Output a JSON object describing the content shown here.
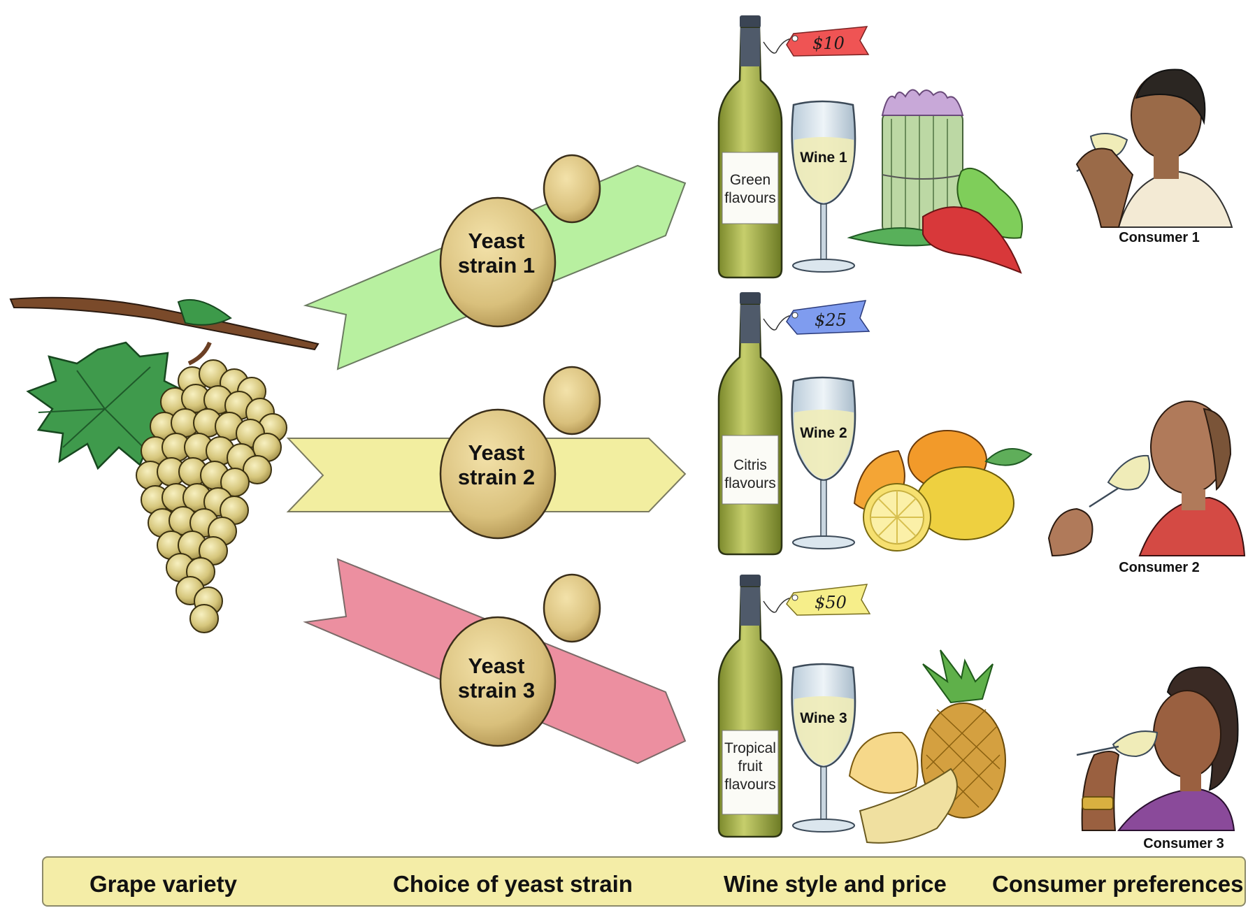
{
  "strains": [
    {
      "line1": "Yeast",
      "line2": "strain 1"
    },
    {
      "line1": "Yeast",
      "line2": "strain 2"
    },
    {
      "line1": "Yeast",
      "line2": "strain 3"
    }
  ],
  "wines": [
    {
      "price": "$10",
      "label_lines": [
        "Green",
        "flavours"
      ],
      "glass": "Wine 1",
      "consumer": "Consumer 1"
    },
    {
      "price": "$25",
      "label_lines": [
        "Citris",
        "flavours"
      ],
      "glass": "Wine 2",
      "consumer": "Consumer 2"
    },
    {
      "price": "$50",
      "label_lines": [
        "Tropical",
        "fruit",
        "flavours"
      ],
      "glass": "Wine 3",
      "consumer": "Consumer 3"
    }
  ],
  "footer": {
    "grape": "Grape variety",
    "yeast": "Choice of yeast strain",
    "wine": "Wine style and price",
    "consumer": "Consumer preferences"
  },
  "colors": {
    "arrow1": "#b8f0a0",
    "arrow2": "#f2eea0",
    "arrow3": "#ec8fa0",
    "tag1": "#ef5454",
    "tag2": "#7f9cef",
    "tag3": "#f6ee8a",
    "footer_bg": "#f4eda7"
  }
}
